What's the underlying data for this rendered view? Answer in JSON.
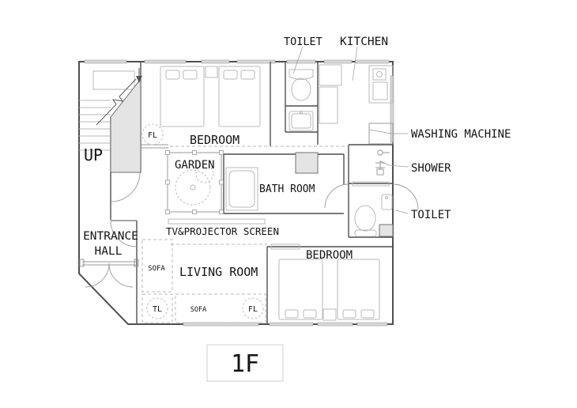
{
  "colors": {
    "wall": "#4f4f4f",
    "light": "#b9b9b9",
    "fill": "#e4e4e4",
    "window": "#d8d8d8",
    "text": "#141414"
  },
  "plan": {
    "floor_label": "1F",
    "rooms": {
      "bedroom_top": "BEDROOM",
      "bedroom_bottom": "BEDROOM",
      "garden": "GARDEN",
      "bath_room": "BATH ROOM",
      "living_room": "LIVING ROOM",
      "entrance_hall_line1": "ENTRANCE",
      "entrance_hall_line2": "HALL",
      "kitchen": "KITCHEN",
      "toilet_top": "TOILET",
      "toilet_right": "TOILET",
      "shower": "SHOWER",
      "washing_machine": "WASHING MACHINE"
    },
    "annotations": {
      "up": "UP",
      "tv_projector_screen": "TV&PROJECTOR SCREEN",
      "sofa_left": "SOFA",
      "sofa_bottom": "SOFA",
      "fl_bedroom": "FL",
      "fl_living": "FL",
      "tl_living": "TL"
    }
  }
}
